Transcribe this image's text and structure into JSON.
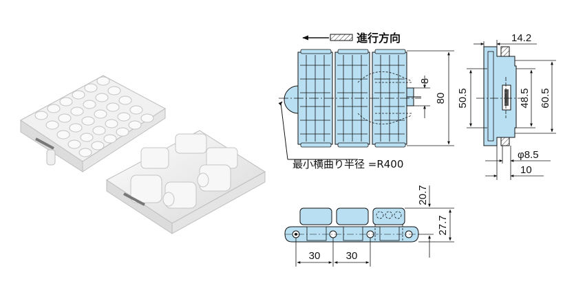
{
  "direction_label": "進行方向",
  "radius_label": "最小横曲り半径 =R400",
  "dims": {
    "d14_2": "14.2",
    "d8": "8",
    "d80": "80",
    "d50_5": "50.5",
    "d48_5": "48.5",
    "d60_5": "60.5",
    "phi8_5": "φ8.5",
    "d10": "10",
    "d20_7": "20.7",
    "d27_7": "27.7",
    "pitch_1": "30",
    "pitch_2": "30"
  },
  "colors": {
    "part_fill": "#b9dff3",
    "line": "#111111",
    "shadow_fill": "#d9d9d9"
  }
}
